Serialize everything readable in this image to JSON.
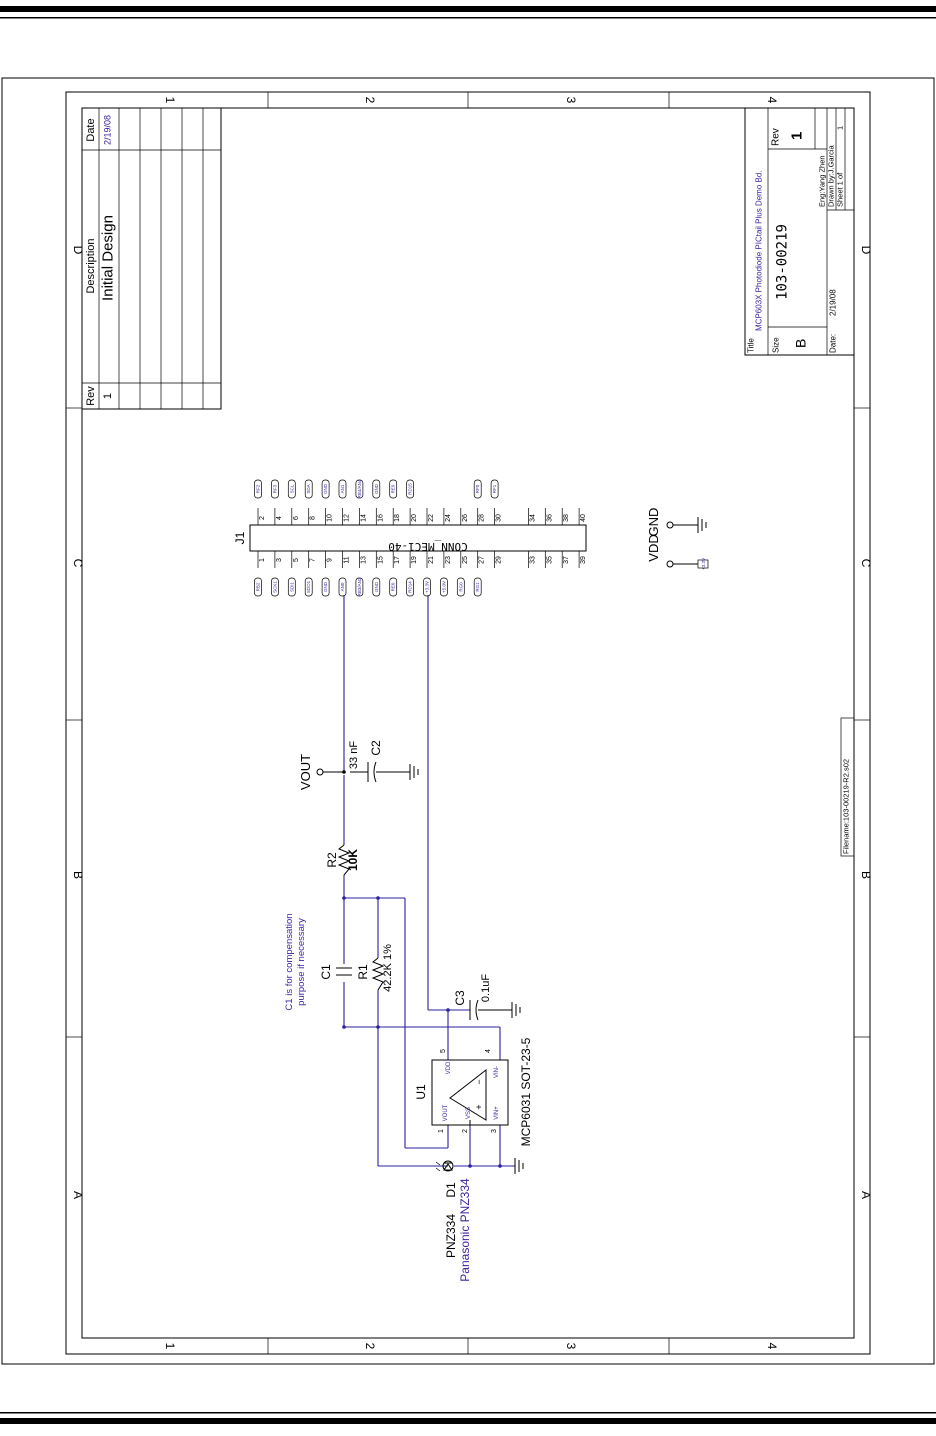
{
  "zones": {
    "cols": [
      "1",
      "2",
      "3",
      "4"
    ],
    "rows": [
      "D",
      "C",
      "B",
      "A"
    ]
  },
  "revision_table": {
    "headers": {
      "rev": "Rev",
      "description": "Description",
      "date": "Date",
      "zone": "D"
    },
    "rows": [
      {
        "rev": "1",
        "description": "Initial Design",
        "date": "2/19/08"
      }
    ]
  },
  "title_block": {
    "title_label": "Title",
    "title": "MCP603X Photodiode PICtail Plus Demo Bd.",
    "size_label": "Size",
    "size": "B",
    "doc_number": "103-00219",
    "rev_label": "Rev",
    "rev": "1",
    "date_label": "Date:",
    "date": "2/19/08",
    "eng": "Eng:Yang Zhen",
    "drawn_by": "Drawn by:J.Garcia",
    "sheet": "Sheet 1 of",
    "sheet_total": "1",
    "filename": "Filename:103-00219-R2.s02"
  },
  "connector": {
    "ref": "J1",
    "part": "CONN_MEC1-40",
    "odd_pins": [
      "1",
      "3",
      "5",
      "7",
      "9",
      "11",
      "13",
      "15",
      "17",
      "19",
      "21",
      "23",
      "25",
      "27",
      "29",
      "33",
      "35",
      "37",
      "39"
    ],
    "even_pins": [
      "2",
      "4",
      "6",
      "8",
      "10",
      "12",
      "14",
      "16",
      "18",
      "20",
      "22",
      "24",
      "26",
      "28",
      "30",
      "34",
      "36",
      "38",
      "40"
    ],
    "odd_nets": [
      "RB2",
      "SCK1",
      "SDI1",
      "SDO1",
      "GND",
      "AN0",
      "RB3/AN3",
      "GND",
      "RE0",
      "RD14",
      "+3.3V",
      "+5.0V",
      "RG0",
      "RG1"
    ],
    "even_nets": [
      "RF2",
      "RF3",
      "SCL",
      "SDA",
      "GND",
      "AN1",
      "RB4/AN4",
      "GND",
      "RE9",
      "RD15",
      "RF0",
      "RF1"
    ]
  },
  "power": {
    "vdd": "VDD",
    "gnd": "GND",
    "vdd_tag": "+3.3V"
  },
  "components": {
    "vout": "VOUT",
    "c2_ref": "C2",
    "c2_value": "33 nF",
    "r2_ref": "R2",
    "r2_value": "10K",
    "c1_ref": "C1",
    "c1_note_line1": "C1 is for compensation",
    "c1_note_line2": "purpose if necessary",
    "r1_ref": "R1",
    "r1_value": "42.2K 1%",
    "c3_ref": "C3",
    "c3_value": "0.1uF",
    "u1_ref": "U1",
    "u1_part": "MCP6031 SOT-23-5",
    "u1_pins": {
      "vout": "VOUT",
      "vss": "VSS",
      "vinp": "VIN+",
      "vinm": "VIN-",
      "vdd": "VDD"
    },
    "u1_pin_nums": {
      "vout": "1",
      "vss": "2",
      "vinp": "3",
      "vinm": "4",
      "vdd": "5"
    },
    "d1_ref": "D1",
    "d1_part": "PNZ334",
    "d1_maker": "Panasonic PNZ334"
  }
}
